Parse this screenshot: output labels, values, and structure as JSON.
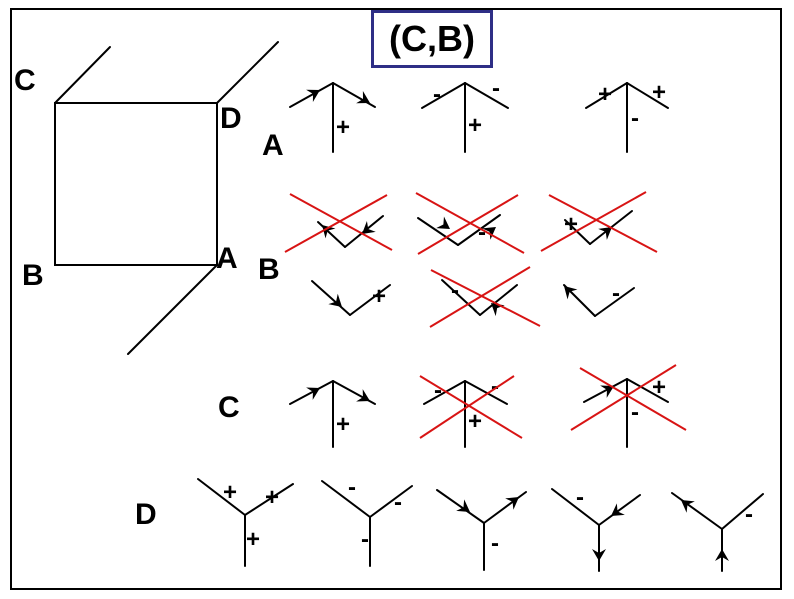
{
  "title": "(C,B)",
  "cube_labels": {
    "c": "C",
    "d": "D",
    "b": "B",
    "a": "A"
  },
  "row_labels": {
    "a": "A",
    "b": "B",
    "c": "C",
    "d": "D"
  },
  "signs": {
    "plus": "+",
    "minus": "-"
  },
  "colors": {
    "cross": "#d81414",
    "title_border": "#2e2e86",
    "ink": "#000000"
  }
}
